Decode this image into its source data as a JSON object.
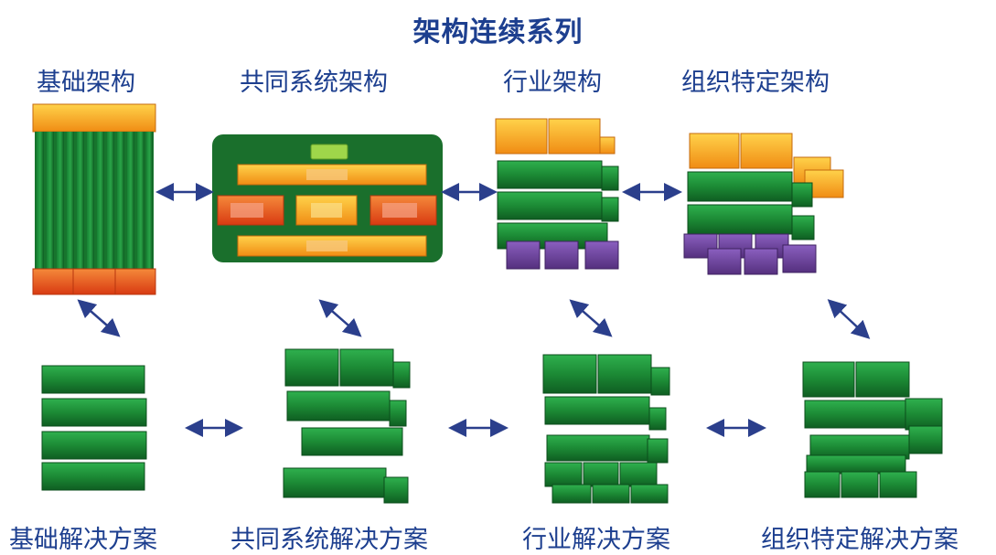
{
  "title": "架构连续系列",
  "top_labels": [
    "基础架构",
    "共同系统架构",
    "行业架构",
    "组织特定架构"
  ],
  "bottom_labels": [
    "基础解决方案",
    "共同系统解决方案",
    "行业解决方案",
    "组织特定解决方案"
  ],
  "colors": {
    "title": "#1d3f8f",
    "green": "#1e8a3a",
    "orange": "#f2a81d",
    "red_orange": "#e8531f",
    "purple": "#6b3d96",
    "arrow": "#2b3f8c",
    "panel": "#1e7a32"
  }
}
